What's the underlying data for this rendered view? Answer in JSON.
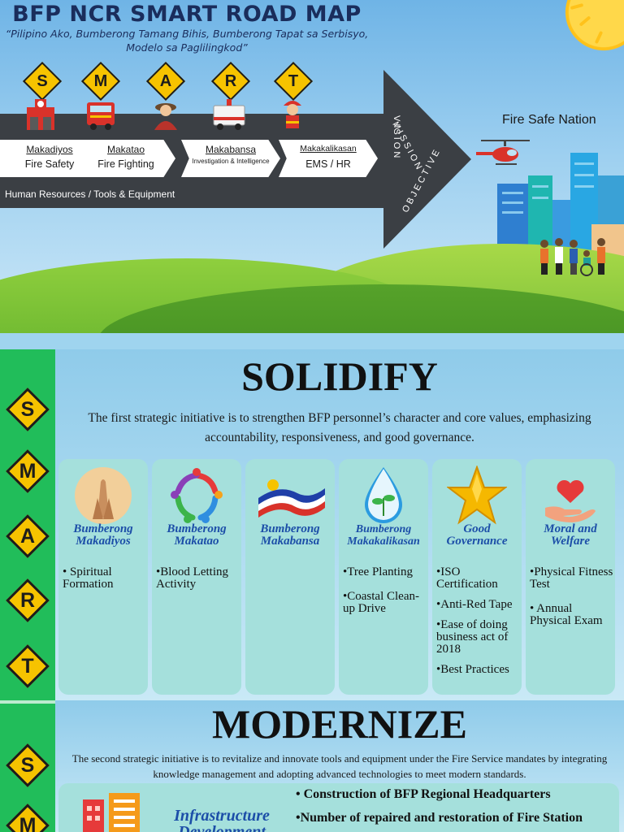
{
  "header": {
    "title": "BFP NCR SMART ROAD MAP",
    "motto": "“Pilipino Ako, Bumberong Tamang Bihis, Bumberong Tapat sa Serbisyo, Modelo sa Paglilingkod”"
  },
  "road": {
    "signs": [
      "S",
      "M",
      "A",
      "R",
      "T"
    ],
    "stages": [
      {
        "top": "Makadiyos",
        "bottom": "Fire Safety"
      },
      {
        "top": "Makatao",
        "bottom": "Fire Fighting"
      },
      {
        "top": "Makabansa",
        "bottom": "Investigation & Intelligence"
      },
      {
        "top": "Makakalikasan",
        "bottom": "EMS / HR"
      }
    ],
    "footer": "Human Resources / Tools & Equipment",
    "arrow_words": [
      "MISSION",
      "VISION",
      "OBJECTIVE"
    ],
    "destination": "Fire Safe Nation"
  },
  "sidebar": {
    "letters_top": [
      "S",
      "M",
      "A",
      "R",
      "T"
    ],
    "letters_bottom": [
      "S",
      "M"
    ]
  },
  "solidify": {
    "title": "SOLIDIFY",
    "description": "The first strategic initiative is to strengthen BFP personnel’s character and core values, emphasizing accountability, responsiveness, and good governance.",
    "cards": [
      {
        "title": "Bumberong Makadiyos",
        "icon": "praying-hands-icon",
        "items": [
          "• Spiritual Formation"
        ]
      },
      {
        "title": "Bumberong Makatao",
        "icon": "people-circle-icon",
        "items": [
          "•Blood Letting Activity"
        ]
      },
      {
        "title": "Bumberong Makabansa",
        "icon": "ph-flag-icon",
        "items": []
      },
      {
        "title": "Bumberong Makakalikasan",
        "icon": "water-drop-plant-icon",
        "items": [
          "•Tree Planting",
          "•Coastal Clean-up Drive"
        ]
      },
      {
        "title": "Good Governance",
        "icon": "gold-star-icon",
        "items": [
          "•ISO Certification",
          "•Anti-Red Tape",
          "•Ease of doing business act of 2018",
          "•Best Practices"
        ]
      },
      {
        "title": "Moral and Welfare",
        "icon": "heart-hand-icon",
        "items": [
          "•Physical Fitness Test",
          "• Annual Physical Exam"
        ]
      }
    ]
  },
  "modernize": {
    "title": "MODERNIZE",
    "description": "The second strategic initiative is to revitalize and innovate tools and equipment under the Fire Service mandates by integrating knowledge management and adopting advanced technologies to meet modern standards.",
    "card": {
      "title": "Infrastructure Development",
      "items": [
        "• Construction of BFP Regional Headquarters",
        "•Number of repaired and restoration of Fire Station"
      ]
    }
  }
}
